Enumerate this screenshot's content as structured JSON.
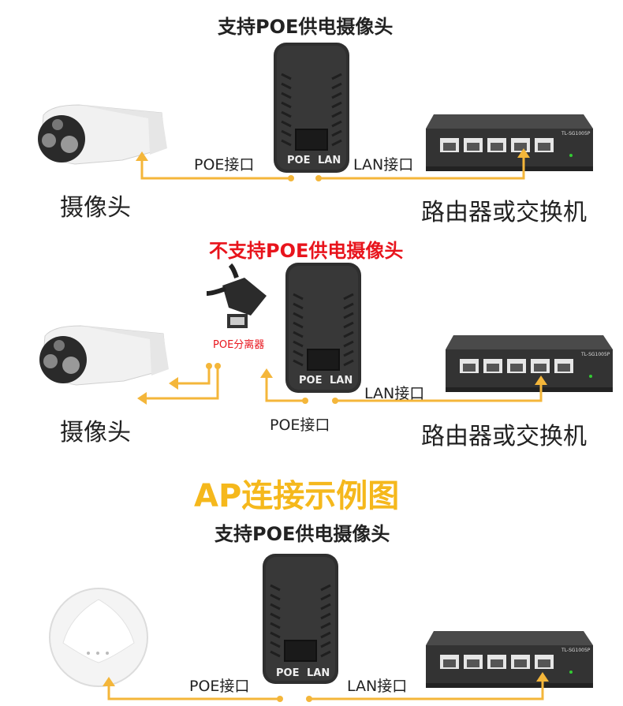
{
  "section1": {
    "title": "支持POE供电摄像头",
    "poe_port_label": "POE接口",
    "lan_port_label": "LAN接口",
    "camera_label": "摄像头",
    "switch_label": "路由器或交换机",
    "injector_poe_text": "POE",
    "injector_lan_text": "LAN"
  },
  "section2": {
    "title": "不支持POE供电摄像头",
    "splitter_label": "POE分离器",
    "poe_port_label": "POE接口",
    "lan_port_label": "LAN接口",
    "camera_label": "摄像头",
    "switch_label": "路由器或交换机",
    "injector_poe_text": "POE",
    "injector_lan_text": "LAN"
  },
  "ap_heading": "AP连接示例图",
  "section3": {
    "title": "支持POE供电摄像头",
    "poe_port_label": "POE接口",
    "lan_port_label": "LAN接口",
    "injector_poe_text": "POE",
    "injector_lan_text": "LAN"
  },
  "switch_model": "TL-SG1005P",
  "colors": {
    "title_red": "#e8141c",
    "ap_heading": "#f5b81c",
    "line": "#f4b63a",
    "injector": "#2e2e2e",
    "switch_body": "#3a3a3a"
  }
}
